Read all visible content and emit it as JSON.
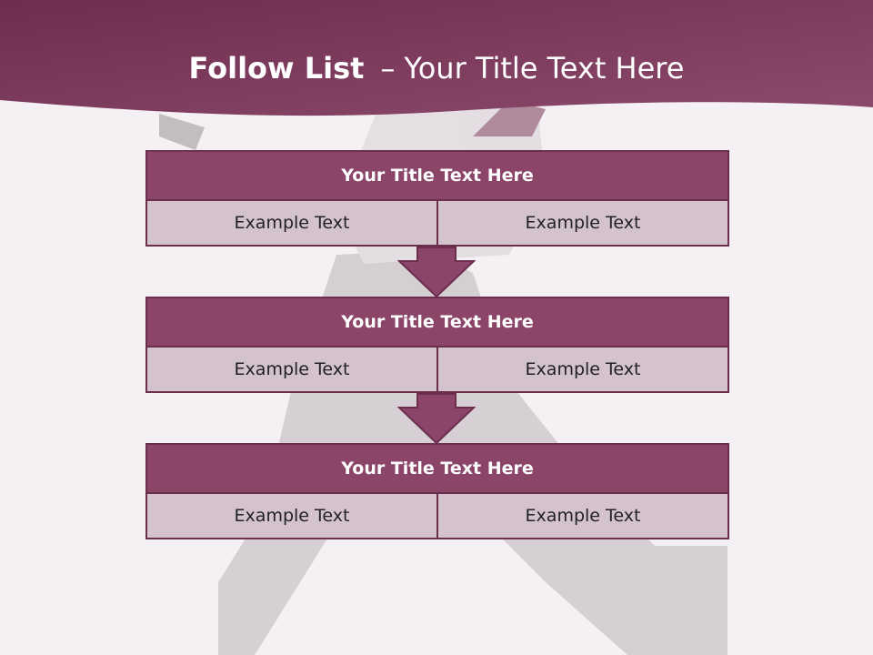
{
  "slide": {
    "title_bold": "Follow List",
    "title_dash": "–",
    "title_rest": "Your Title Text Here"
  },
  "colors": {
    "header_band": "#7d3a5e",
    "block_title_fill": "#8b4568",
    "block_border": "#6b2f4d",
    "cell_fill": "#d4c2cc",
    "background": "#f3eff2"
  },
  "background_image": "dancer-in-grey-pants-photo",
  "blocks": [
    {
      "title": "Your Title Text Here",
      "left": "Example Text",
      "right": "Example Text"
    },
    {
      "title": "Your Title Text Here",
      "left": "Example Text",
      "right": "Example Text"
    },
    {
      "title": "Your Title Text Here",
      "left": "Example Text",
      "right": "Example Text"
    }
  ],
  "connectors": [
    "down-arrow-icon",
    "down-arrow-icon"
  ]
}
